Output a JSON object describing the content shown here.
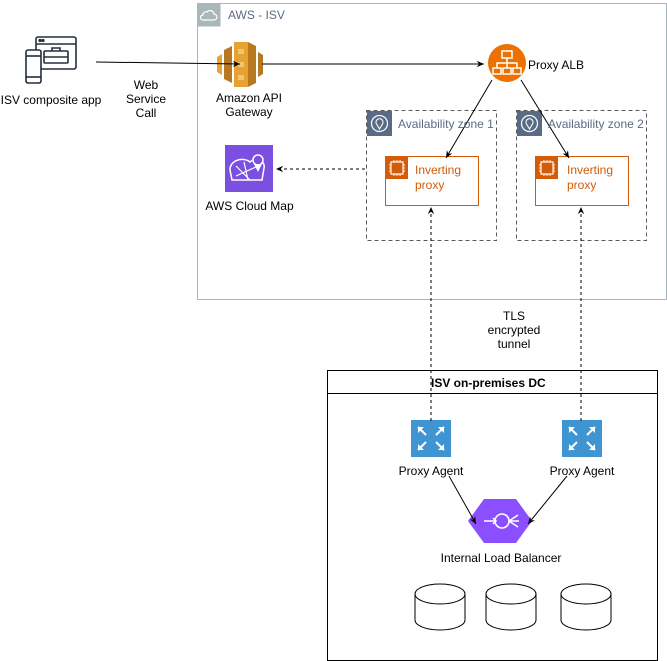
{
  "aws_group": {
    "title": "AWS - ISV"
  },
  "composite_app": {
    "label": "ISV composite app"
  },
  "web_call": {
    "line1": "Web",
    "line2": "Service",
    "line3": "Call"
  },
  "api_gateway": {
    "line1": "Amazon API",
    "line2": "Gateway"
  },
  "cloud_map": {
    "label": "AWS Cloud Map"
  },
  "alb": {
    "label": "Proxy ALB"
  },
  "az1": {
    "title": "Availability zone 1",
    "proxy_line1": "Inverting",
    "proxy_line2": "proxy"
  },
  "az2": {
    "title": "Availability zone 2",
    "proxy_line1": "Inverting",
    "proxy_line2": "proxy"
  },
  "tunnel": {
    "line1": "TLS",
    "line2": "encrypted",
    "line3": "tunnel"
  },
  "dc": {
    "title": "ISV on-premises DC"
  },
  "agent1": {
    "label": "Proxy Agent"
  },
  "agent2": {
    "label": "Proxy Agent"
  },
  "ilb": {
    "label": "Internal Load Balancer"
  },
  "colors": {
    "group_border": "#aab7b8",
    "api_gateway": "#e7a234",
    "alb": "#ed7100",
    "cloud_map": "#7b4fe0",
    "ec2_orange": "#d45b07",
    "agent_blue": "#3e95d1",
    "ilb_purple": "#8c4fff"
  }
}
